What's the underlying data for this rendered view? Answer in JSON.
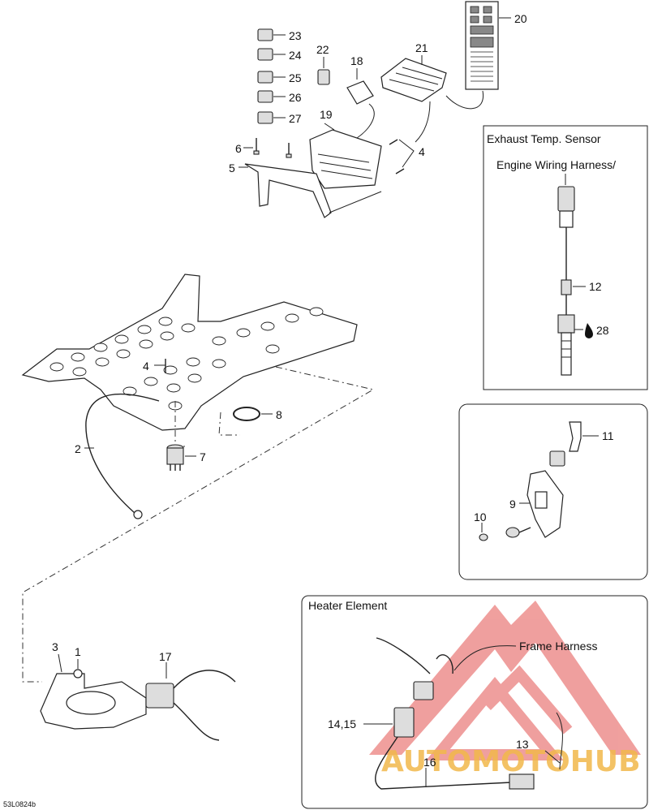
{
  "diagram_code": "53L0824b",
  "watermark": {
    "text": "AUTOMOTOHUB",
    "color_red": "#e3524f",
    "color_gold": "#f2b84b"
  },
  "panels": {
    "exhaust": {
      "title": "Exhaust Temp. Sensor",
      "subtitle": "Engine Wiring Harness/"
    },
    "heater": {
      "title": "Heater Element",
      "callout": "Frame Harness"
    }
  },
  "callouts": {
    "c1": "1",
    "c2": "2",
    "c3": "3",
    "c4a": "4",
    "c4b": "4",
    "c5": "5",
    "c6": "6",
    "c7": "7",
    "c8": "8",
    "c9": "9",
    "c10": "10",
    "c11": "11",
    "c12": "12",
    "c13": "13",
    "c14_15": "14,15",
    "c16": "16",
    "c17": "17",
    "c18": "18",
    "c19": "19",
    "c20": "20",
    "c21": "21",
    "c22": "22",
    "c23": "23",
    "c24": "24",
    "c25": "25",
    "c26": "26",
    "c27": "27",
    "c28": "28"
  },
  "icons": {
    "drop": "oil-drop-icon"
  }
}
